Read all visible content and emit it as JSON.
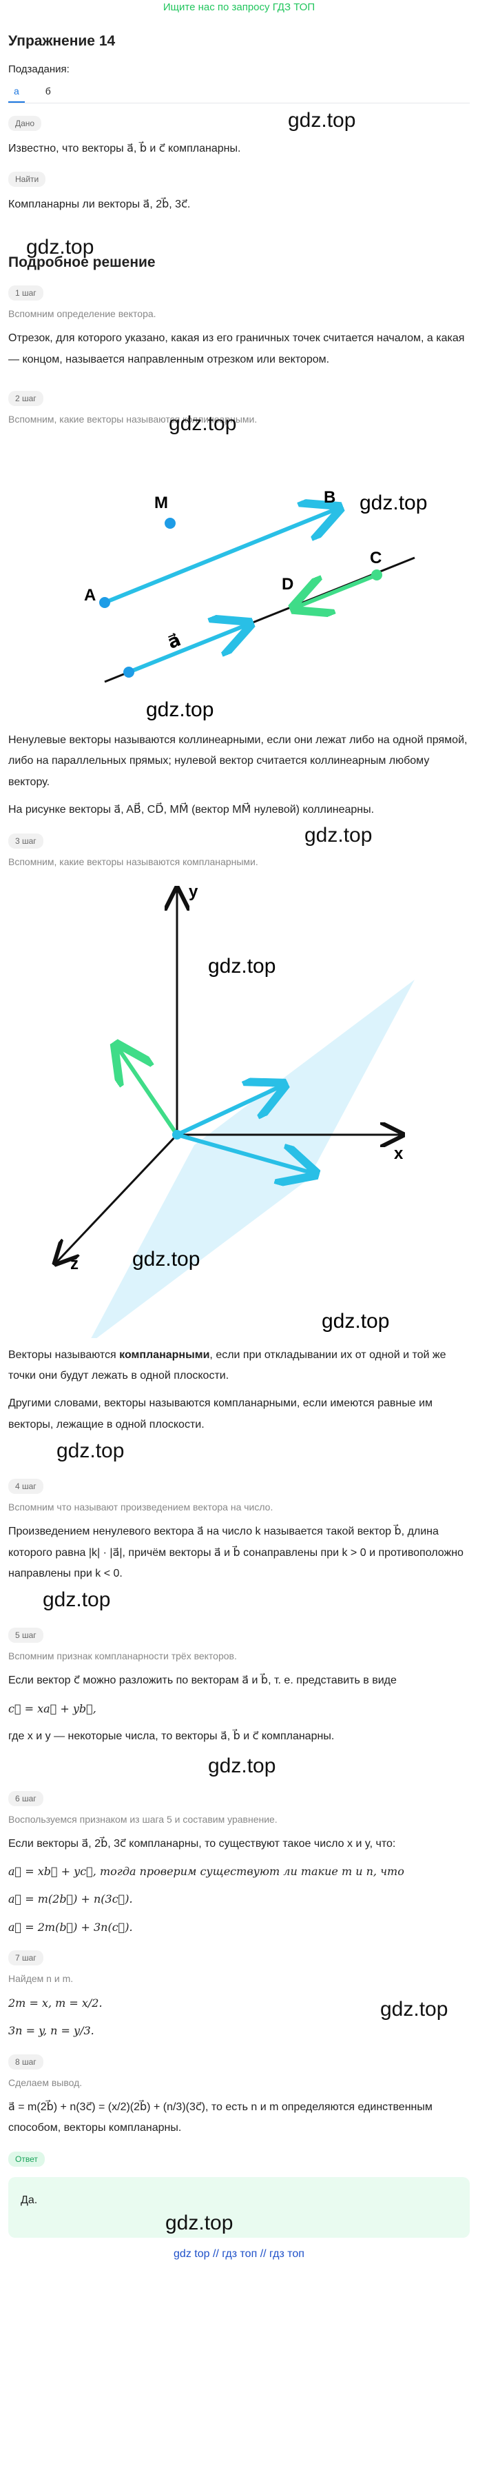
{
  "banner": "Ищите нас по запросу ГДЗ ТОП",
  "title": "Упражнение 14",
  "subtasks_label": "Подзадания:",
  "tabs": [
    "а",
    "б"
  ],
  "watermark": "gdz.top",
  "given_chip": "Дано",
  "given_text": "Известно, что векторы a⃗, b⃗ и c⃗ компланарны.",
  "find_chip": "Найти",
  "find_text": "Компланарны ли векторы a⃗, 2b⃗, 3c⃗.",
  "solution_title": "Подробное решение",
  "steps": [
    {
      "chip": "1 шаг",
      "gray": "Вспомним определение вектора.",
      "text": "Отрезок, для которого указано, какая из его граничных точек считается началом, а какая — концом, называется направленным отрезком или вектором."
    },
    {
      "chip": "2 шаг",
      "gray": "Вспомним, какие векторы называются коллинеарными."
    },
    {
      "chip": "3 шаг",
      "gray": "Вспомним, какие векторы называются компланарными."
    },
    {
      "chip": "4 шаг",
      "gray": "Вспомним что называют произведением вектора на число."
    },
    {
      "chip": "5 шаг",
      "gray": "Вспомним признак компланарности трёх векторов."
    },
    {
      "chip": "6 шаг",
      "gray": "Воспользуемся признаком из шага 5 и составим уравнение."
    },
    {
      "chip": "7 шаг",
      "gray": "Найдем n и m."
    },
    {
      "chip": "8 шаг",
      "gray": "Сделаем вывод."
    }
  ],
  "fig1_labels": {
    "M": "M",
    "B": "B",
    "A": "A",
    "D": "D",
    "C": "C",
    "a": "a⃗"
  },
  "collinear_text1": "Ненулевые векторы называются коллинеарными, если они лежат либо на одной прямой, либо на параллельных прямых; нулевой вектор считается коллинеарным любому вектору.",
  "collinear_text2": "На рисунке векторы a⃗, AB⃗, CD⃗, MM⃗ (вектор MM⃗ нулевой) коллинеарны.",
  "fig2_labels": {
    "y": "y",
    "x": "x",
    "z": "z"
  },
  "coplanar_text_before": "Векторы называются ",
  "coplanar_bold": "компланарными",
  "coplanar_text_after": ", если при откладывании их от одной и той же точки они будут лежать в одной плоскости.",
  "coplanar_text2": "Другими словами, векторы называются компланарными, если имеются равные им векторы, лежащие в одной плоскости.",
  "product_text": "Произведением ненулевого вектора a⃗ на число k называется такой вектор b⃗, длина которого равна |k| · |a⃗|, причём векторы a⃗ и b⃗ сонаправлены при k > 0 и противоположно направлены при k < 0.",
  "criterion_text1": "Если вектор c⃗ можно разложить по векторам a⃗ и b⃗, т. е. представить в виде",
  "criterion_formula": "c⃗ = xa⃗ + yb⃗,",
  "criterion_text2": "где x и y — некоторые числа, то векторы a⃗, b⃗ и c⃗ компланарны.",
  "step6_text": "Если векторы a⃗, 2b⃗, 3c⃗ компланарны, то существуют такое число x и y, что:",
  "step6_formula1": "a⃗ = xb⃗ + yc⃗, тогда проверим существуют ли такие m и n, что",
  "step6_formula2": "a⃗ = m(2b⃗) + n(3c⃗).",
  "step6_formula3": "a⃗ = 2m(b⃗) + 3n(c⃗).",
  "step7_formula1": "2m = x, m = x/2.",
  "step7_formula2": "3n = y, n = y/3.",
  "step8_formula": "a⃗ = m(2b⃗) + n(3c⃗) = (x/2)(2b⃗) + (n/3)(3c⃗), то есть n и m определяются единственным способом, векторы компланарны.",
  "answer_chip": "Ответ",
  "answer_text": "Да.",
  "footer": "gdz top // гдз топ // гдз топ",
  "colors": {
    "accent": "#1e78e0",
    "vector": "#29bfe6",
    "green": "#3fdc88"
  }
}
